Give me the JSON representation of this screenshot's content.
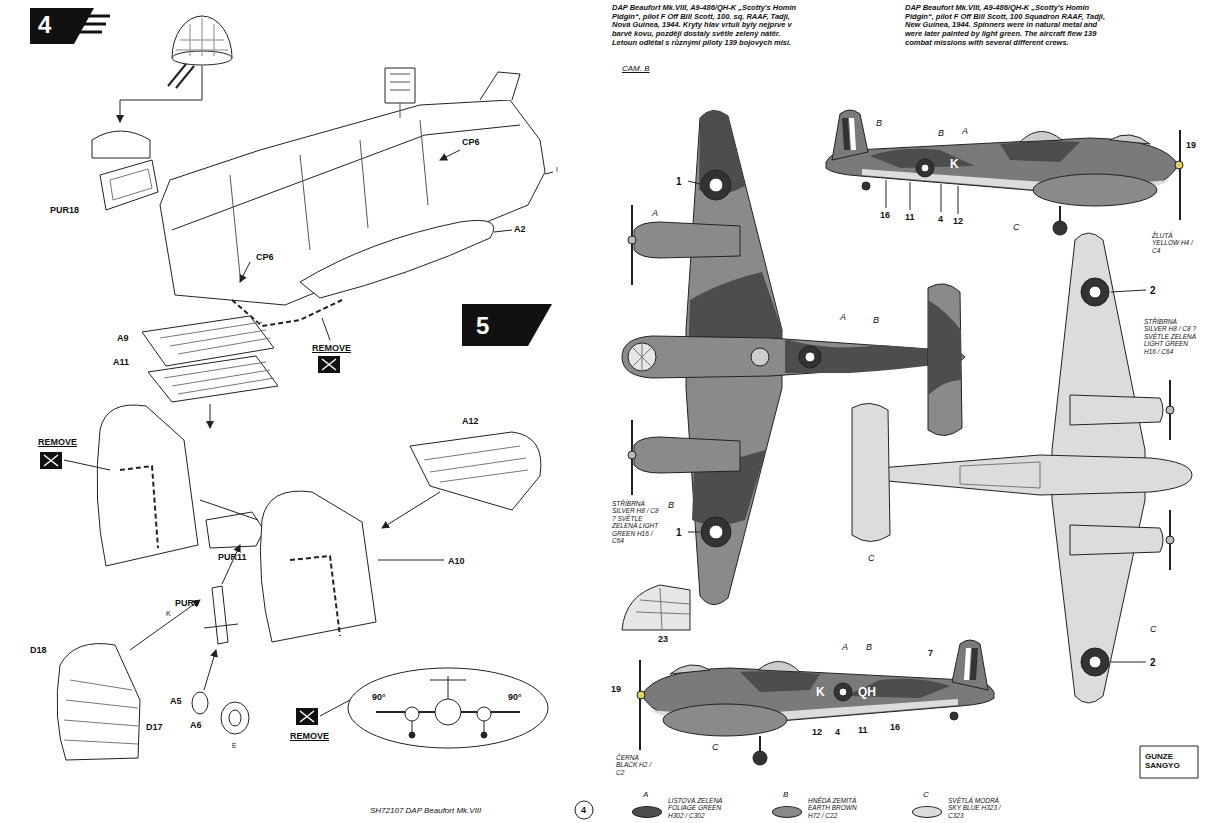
{
  "diagram": {
    "labels": [
      "4",
      "PUR18",
      "CP6",
      "CP6",
      "A2",
      "I",
      "REMOVE",
      "5",
      "A9",
      "A11",
      "REMOVE",
      "A12",
      "PUR11",
      "A10",
      "PUR9",
      "K",
      "D18",
      "D17",
      "A5",
      "A6",
      "E",
      "REMOVE",
      "90°",
      "90°",
      "SH72107 DAP Beaufort Mk.VIII",
      "4",
      "DAP Beaufort Mk.VIII, A9-486/QH-K „Scotty's Homin Pidgin“, pilot F Off Bill Scott, 100. sq. RAAF, Tadji, Nová Guinea, 1944. Kryty hlav vrtulí byly nejprve v barvě kovu, později dostaly světle zelený nátěr. Letoun odlétal s různými piloty 139 bojových misí.",
      "CAM. B",
      "DAP Beaufort Mk.VIII, A9-486/QH-K „Scotty's Homin Pidgin“, pilot F Off Bill Scott, 100 Squadron RAAF, Tadji, New Guinea, 1944. Spinners were in natural metal and were later painted by light green. The aircraft flew 139 combat missions with several different crews.",
      "1",
      "A",
      "1",
      "B",
      "A",
      "B",
      "STŘÍBRNÁ SILVER H8 / C8 ? SVĚTLE ZELENÁ LIGHT GREEN H16 / C64",
      "B",
      "B",
      "A",
      "19",
      "16",
      "11",
      "4",
      "12",
      "C",
      "K",
      "ŽLUTÁ YELLOW H4 / C4",
      "2",
      "STŘÍBRNÁ SILVER H8 / C8 ? SVĚTLE ZELENÁ LIGHT GREEN H16 / C64",
      "C",
      "C",
      "2",
      "23",
      "7",
      "A",
      "B",
      "19",
      "K",
      "QH",
      "12",
      "4",
      "11",
      "16",
      "C",
      "ČERNÁ BLACK H2 / C2",
      "A",
      "B",
      "C",
      "GUNZE SANGYO"
    ],
    "legend": [
      {
        "text": "LISTOVÁ ZELENÁ FOLIAGE GREEN H302 / C302",
        "color": "#4d4d4d"
      },
      {
        "text": "HNĚDÁ ZEMITÁ EARTH BROWN H72 / C22",
        "color": "#8a8a8a"
      },
      {
        "text": "SVĚTLÁ MODRÁ SKY BLUE H323 / C323",
        "color": "#dcdcdc"
      }
    ]
  }
}
